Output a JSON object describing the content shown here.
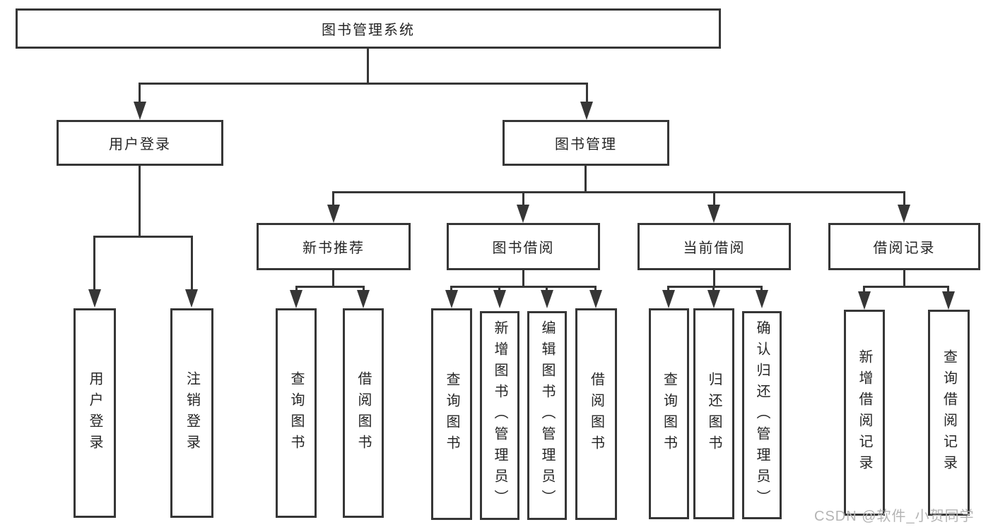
{
  "diagram": {
    "type": "hierarchy-tree",
    "nodes": {
      "root": "图书管理系统",
      "user_login": "用户登录",
      "book_management": "图书管理",
      "new_book_recommend": "新书推荐",
      "book_borrowing": "图书借阅",
      "current_borrowing": "当前借阅",
      "borrowing_records": "借阅记录",
      "leaf_user_login": "用户登录",
      "leaf_logout_login": "注销登录",
      "leaf_query_books_a": "查询图书",
      "leaf_borrow_books_a": "借阅图书",
      "leaf_query_books_b": "查询图书",
      "leaf_add_books_admin": "新增图书（管理员）",
      "leaf_edit_books_admin": "编辑图书（管理员）",
      "leaf_borrow_books_b": "借阅图书",
      "leaf_query_books_c": "查询图书",
      "leaf_return_books": "归还图书",
      "leaf_confirm_return_admin": "确认归还（管理员）",
      "leaf_add_borrow_record": "新增借阅记录",
      "leaf_query_borrow_record": "查询借阅记录"
    },
    "hierarchy": [
      {
        "parent": "图书管理系统",
        "children": [
          "用户登录",
          "图书管理"
        ]
      },
      {
        "parent": "用户登录",
        "children": [
          "用户登录",
          "注销登录"
        ]
      },
      {
        "parent": "图书管理",
        "children": [
          "新书推荐",
          "图书借阅",
          "当前借阅",
          "借阅记录"
        ]
      },
      {
        "parent": "新书推荐",
        "children": [
          "查询图书",
          "借阅图书"
        ]
      },
      {
        "parent": "图书借阅",
        "children": [
          "查询图书",
          "新增图书（管理员）",
          "编辑图书（管理员）",
          "借阅图书"
        ]
      },
      {
        "parent": "当前借阅",
        "children": [
          "查询图书",
          "归还图书",
          "确认归还（管理员）"
        ]
      },
      {
        "parent": "借阅记录",
        "children": [
          "新增借阅记录",
          "查询借阅记录"
        ]
      }
    ]
  },
  "watermark": "CSDN @软件_小贺同学",
  "colors": {
    "line": "#363636",
    "text": "#262626",
    "watermark": "#b4b4b4",
    "background": "#ffffff"
  }
}
